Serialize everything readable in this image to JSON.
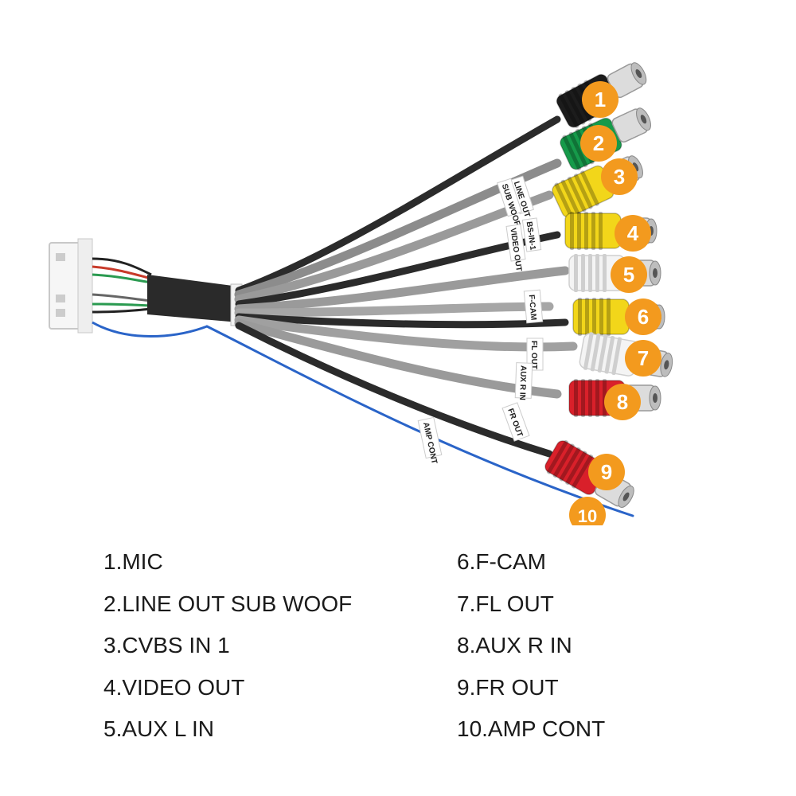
{
  "sleeve_labels": [
    "LINE OUT",
    "SUB WOOF",
    "BS-IN-1",
    "VIDEO OUT",
    "F-CAM",
    "FL OUT",
    "AUX R IN",
    "FR OUT",
    "AMP CONT"
  ],
  "connectors": [
    {
      "number": "1",
      "color": "#1c1c1c"
    },
    {
      "number": "2",
      "color": "#169a4a"
    },
    {
      "number": "3",
      "color": "#f2d61a"
    },
    {
      "number": "4",
      "color": "#f2d61a"
    },
    {
      "number": "5",
      "color": "#f4f4f4"
    },
    {
      "number": "6",
      "color": "#f2d61a"
    },
    {
      "number": "7",
      "color": "#f4f4f4"
    },
    {
      "number": "8",
      "color": "#d9202a"
    },
    {
      "number": "9",
      "color": "#d9202a"
    },
    {
      "number": "10",
      "color": "#2a64c8"
    }
  ],
  "badge_color": "#f39a1e",
  "legend_left": [
    "1.MIC",
    "2.LINE OUT SUB WOOF",
    "3.CVBS IN 1",
    "4.VIDEO OUT",
    "5.AUX L IN"
  ],
  "legend_right": [
    "6.F-CAM",
    "7.FL OUT",
    "8.AUX R IN",
    "9.FR OUT",
    "10.AMP CONT"
  ]
}
